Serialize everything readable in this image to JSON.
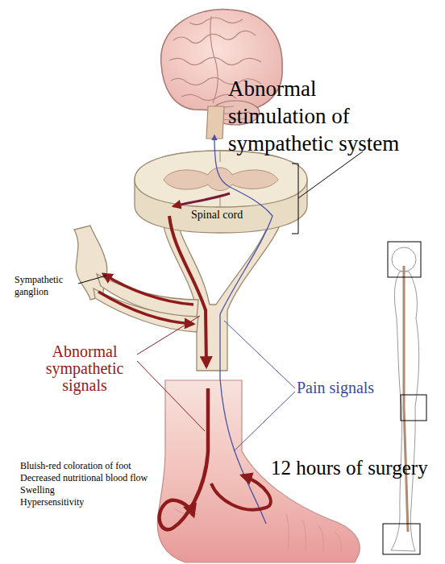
{
  "diagram": {
    "nodes": [
      {
        "text": [
          "Spinal cord"
        ]
      }
    ],
    "labels": [
      "Abnormal stimulation of sympathetic system",
      "Sympathetic ganglion",
      "Abnormal sympathetic signals",
      "Pain signals",
      "Bluish-red coloration of foot",
      "Decreased nutritional blood flow",
      "Swelling",
      "Hypersensitivity",
      "12 hours of surgery"
    ]
  }
}
